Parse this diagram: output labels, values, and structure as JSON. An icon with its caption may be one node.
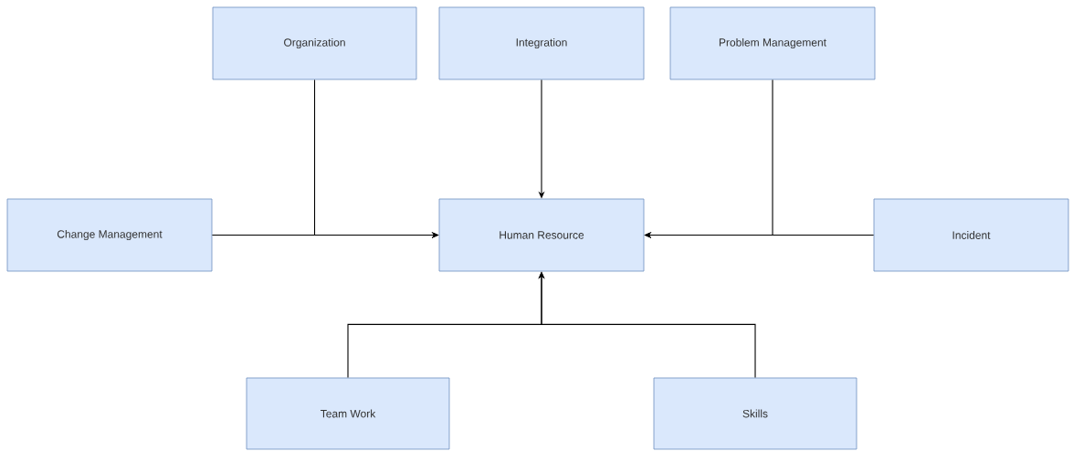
{
  "diagram": {
    "nodes": [
      {
        "text": [
          "Organization"
        ]
      },
      {
        "text": [
          "Integration"
        ]
      },
      {
        "text": [
          "Problem Management"
        ]
      },
      {
        "text": [
          "Change Management"
        ]
      },
      {
        "text": [
          "Human Resource"
        ]
      },
      {
        "text": [
          "Incident"
        ]
      },
      {
        "text": [
          "Team Work"
        ]
      },
      {
        "text": [
          "Skills"
        ]
      }
    ],
    "edges": [
      {
        "from": 0,
        "to": 4,
        "arrow": "to"
      },
      {
        "from": 3,
        "to": 4,
        "arrow": "to"
      },
      {
        "from": 1,
        "to": 4,
        "arrow": "to"
      },
      {
        "from": 2,
        "to": 4,
        "arrow": "to"
      },
      {
        "from": 5,
        "to": 4,
        "arrow": "to"
      },
      {
        "from": 6,
        "to": 4,
        "arrow": "to"
      },
      {
        "from": 7,
        "to": 4,
        "arrow": "to"
      }
    ]
  }
}
